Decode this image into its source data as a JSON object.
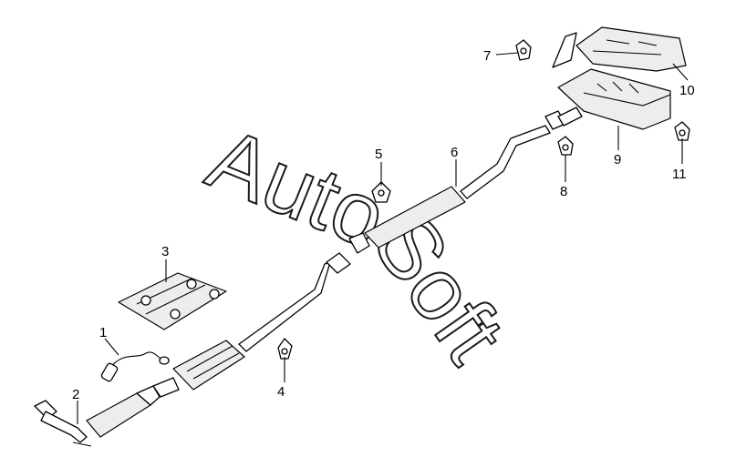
{
  "watermark": {
    "word1": "Auto",
    "word2": "Soft"
  },
  "callouts": [
    "1",
    "2",
    "3",
    "4",
    "5",
    "6",
    "7",
    "8",
    "9",
    "10",
    "11"
  ]
}
